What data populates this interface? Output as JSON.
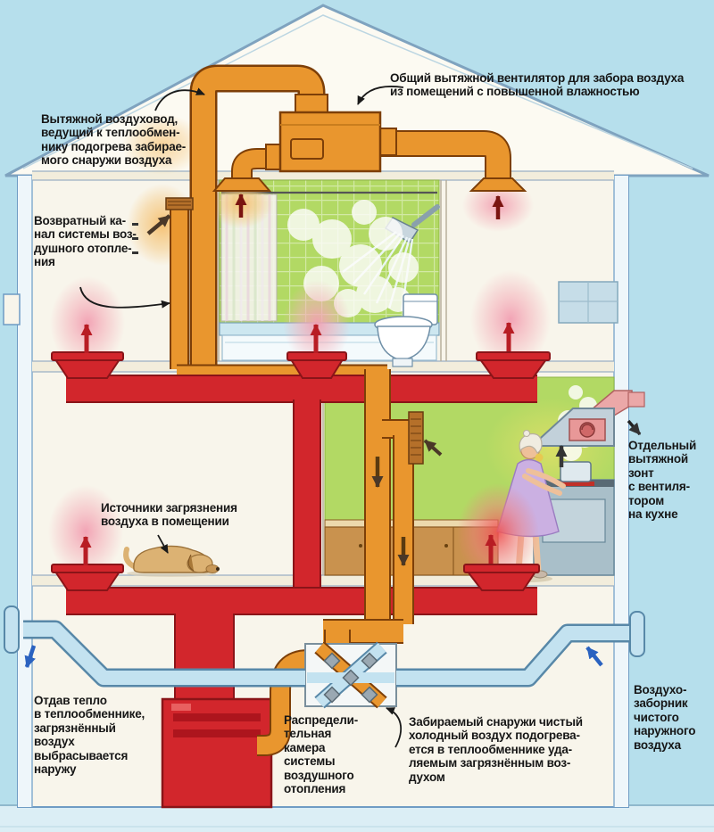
{
  "diagram": {
    "labels": [
      {
        "id": "exhaust-fan",
        "text": "Общий вытяжной вентилятор для забора воздуха\nиз помещений с повышенной влажностью"
      },
      {
        "id": "exhaust-duct",
        "text": "Вытяжной воздуховод,\nведущий к теплообмен-\nнику подогрева забирае-\nмого снаружи воздуха"
      },
      {
        "id": "return-channel",
        "text": "Возвратный ка-\nнал системы воз-\nдушного отопле-\nния"
      },
      {
        "id": "pollution-sources",
        "text": "Источники загрязнения\nвоздуха в помещении"
      },
      {
        "id": "kitchen-hood",
        "text": "Отдельный\nвытяжной\nзонт\nс вентиля-\nтором\nна кухне"
      },
      {
        "id": "heat-released-air",
        "text": "Отдав тепло\nв теплообменнике,\nзагрязнённый\nвоздух\nвыбрасывается\nнаружу"
      },
      {
        "id": "distribution-chamber",
        "text": "Распредели-\nтельная\nкамера\nсистемы\nвоздушного\nотопления"
      },
      {
        "id": "fresh-cold-air",
        "text": "Забираемый снаружи чистый\nхолодный воздух подогрева-\nется в теплообменнике уда-\nляемым загрязнённым воз-\nдухом"
      },
      {
        "id": "air-intake",
        "text": "Воздухо-\nзаборник\nчистого\nнаружного\nвоздуха"
      }
    ],
    "colors": {
      "sky": "#b6dfec",
      "house": "#f8f5eb",
      "room_green": "#b2d964",
      "warm_duct": "#d2262c",
      "exhaust_duct": "#e9962e",
      "fresh_pipe": "#c3e2f0",
      "glow_pink": "#f2a0b0",
      "label_text": "#161616"
    }
  }
}
